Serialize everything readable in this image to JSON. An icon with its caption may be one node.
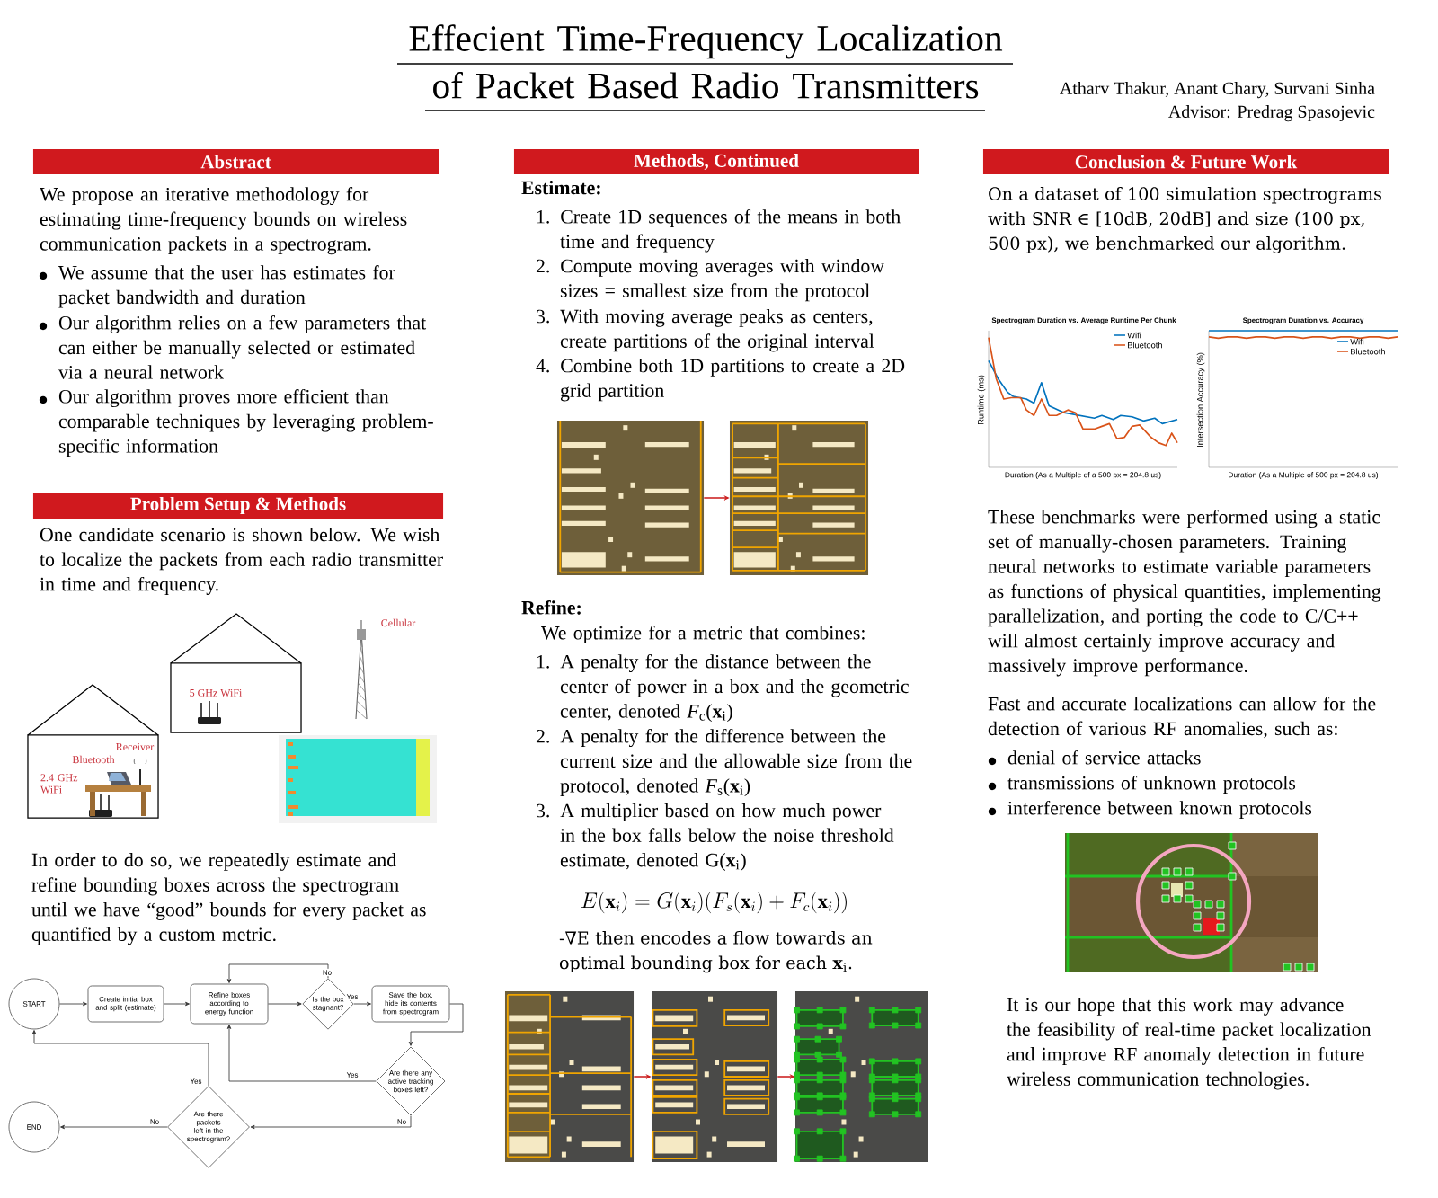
{
  "diagram": {
    "title": "Effecient Time-Frequency Localization of Packet Based Radio Transmitters",
    "nodes": [
      {
        "text": [
          "Abstract"
        ]
      },
      {
        "text": [
          "Problem Setup & Methods"
        ]
      },
      {
        "text": [
          "5 GHz WiFi"
        ]
      },
      {
        "text": [
          "Receiver",
          "Bluetooth",
          "2.4 GHz WiFi"
        ]
      },
      {
        "text": [
          "START"
        ]
      },
      {
        "text": [
          "Create initial box and split (estimate)"
        ]
      },
      {
        "text": [
          "Refine boxes according to energy function"
        ]
      },
      {
        "text": [
          "Is the box stagnant?"
        ]
      },
      {
        "text": [
          "Save the box, hide its contents from spectrogram"
        ]
      },
      {
        "text": [
          "Are there any active tracking boxes left?"
        ]
      },
      {
        "text": [
          "Are there packets left in the spectrogram?"
        ]
      },
      {
        "text": [
          "END"
        ]
      },
      {
        "text": [
          "Methods, Continued"
        ]
      },
      {
        "text": [],
        "shape": "picture"
      },
      {
        "text": [],
        "shape": "picture"
      },
      {
        "text": [],
        "shape": "picture"
      },
      {
        "text": [],
        "shape": "picture"
      },
      {
        "text": [],
        "shape": "picture"
      },
      {
        "text": [
          "Conclusion & Future Work"
        ]
      }
    ],
    "edges": [
      {
        "from": 4,
        "to": 5,
        "arrow": "to"
      },
      {
        "from": 5,
        "to": 6,
        "arrow": "to"
      },
      {
        "from": 6,
        "to": 7,
        "arrow": "to"
      },
      {
        "from": 7,
        "to": 8,
        "arrow": "to",
        "label": "Yes"
      },
      {
        "from": 7,
        "to": 6,
        "arrow": "to",
        "label": "No"
      },
      {
        "from": 8,
        "to": 9,
        "arrow": "to"
      },
      {
        "from": 9,
        "to": 6,
        "arrow": "to",
        "label": "Yes"
      },
      {
        "from": 9,
        "to": 10,
        "arrow": "to",
        "label": "No"
      },
      {
        "from": 10,
        "to": 4,
        "arrow": "to",
        "label": "Yes"
      },
      {
        "from": 10,
        "to": 11,
        "arrow": "to",
        "label": "No"
      },
      {
        "from": 13,
        "to": 14,
        "arrow": "to",
        "color": "#cc1f1f"
      },
      {
        "from": 15,
        "to": 16,
        "arrow": "to",
        "color": "#cc1f1f"
      },
      {
        "from": 16,
        "to": 17,
        "arrow": "to",
        "color": "#cc1f1f"
      }
    ],
    "labels": [
      "Atharv Thakur, Anant Chary, Survani Sinha",
      "Advisor: Predrag Spasojevic",
      "We propose an iterative methodology for estimating time-frequency bounds on wireless communication packets in a spectrogram.",
      "We assume that the user has estimates for packet bandwidth and duration",
      "Our algorithm relies on a few parameters that can either be manually selected or estimated via a neural network",
      "Our algorithm proves more efficient than comparable techniques by leveraging problem-specific information",
      "One candidate scenario is shown below. We wish to localize the packets from each radio transmitter in time and frequency.",
      "Cellular",
      "In order to do so, we repeatedly estimate and refine bounding boxes across the spectrogram until we have “good” bounds for every packet as quantified by a custom metric.",
      "Estimate:",
      "1. Create 1D sequences of the means in both time and frequency",
      "2. Compute moving averages with window sizes = smallest size from the protocol",
      "3. With moving average peaks as centers, create partitions of the original interval",
      "4. Combine both 1D partitions to create a 2D grid partition",
      "Refine:",
      "We optimize for a metric that combines:",
      "1. A penalty for the distance between the center of power in a box and the geometric center, denoted *F*$_{c}$(**x**$_{i}$)",
      "2. A penalty for the difference between the current size and the allowable size from the protocol, denoted *F*$_{s}$(**x**$_{i}$)",
      "3. A multiplier based on how much power in the box falls below the noise threshold estimate, denoted G(**x**$_{i}$)",
      "E(\\mathbf{x}_i) = G(\\mathbf{x}_i)(F_s(\\mathbf{x}_i) + F_c(\\mathbf{x}_i))",
      "-∇E then encodes a flow towards an optimal bounding box for each **x**$_{i}$.",
      "On a dataset of 100 simulation spectrograms with SNR ∈ [10dB, 20dB] and size (100 px, 500 px), we benchmarked our algorithm.",
      "Spectrogram Duration vs. Average Runtime Per Chunk",
      "Runtime (ms)",
      "Duration (As a Multiple of a 500 px = 204.8 us)",
      "Spectrogram Duration vs. Accuracy",
      "Intersection Accuracy (%)",
      "Duration (As a Multiple of 500 px = 204.8 us)",
      "These benchmarks were performed using a static set of manually-chosen parameters. Training neural networks to estimate variable parameters as functions of physical quantities, implementing parallelization, and porting the code to C/C++ will almost certainly improve accuracy and massively improve performance.",
      "Fast and accurate localizations can allow for the detection of various RF anomalies, such as:",
      "denial of service attacks",
      "transmissions of unknown protocols",
      "interference between known protocols",
      "It is our hope that this work may advance the feasibility of real-time packet localization and improve RF anomaly detection in future wireless communication technologies."
    ],
    "legend": [
      {
        "text": "Wifi"
      },
      {
        "text": "Bluetooth"
      },
      {
        "text": "Wifi"
      },
      {
        "text": "Bluetooth"
      }
    ]
  }
}
